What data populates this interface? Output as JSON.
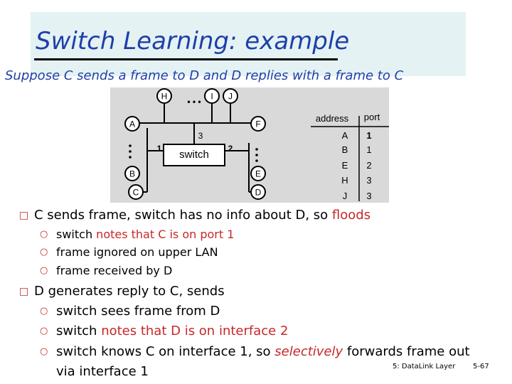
{
  "slide": {
    "title": "Switch Learning: example",
    "subtitle": "Suppose C sends a frame to D and D replies with a frame to C"
  },
  "diagram": {
    "nodes": [
      "H",
      "I",
      "J",
      "A",
      "F",
      "B",
      "E",
      "C",
      "D"
    ],
    "ellipsis": "• • •",
    "switch_label": "switch",
    "port_labels": {
      "p1": "1",
      "p2": "2",
      "p3": "3"
    }
  },
  "table": {
    "headers": [
      "address",
      "port"
    ],
    "rows": [
      [
        "A",
        "1"
      ],
      [
        "B",
        "1"
      ],
      [
        "E",
        "2"
      ],
      [
        "H",
        "3"
      ],
      [
        "J",
        "3"
      ]
    ]
  },
  "bullets": [
    {
      "parts": [
        "C sends frame, switch has no info about D, so ",
        "floods"
      ],
      "subs": [
        {
          "parts": [
            "switch ",
            "notes that C is on port 1"
          ]
        },
        {
          "parts": [
            "frame ignored on upper LAN"
          ]
        },
        {
          "parts": [
            "frame received by D"
          ]
        }
      ]
    },
    {
      "parts": [
        "D generates reply to C, sends"
      ],
      "subs": [
        {
          "parts": [
            "switch sees frame from D"
          ]
        },
        {
          "parts": [
            "switch ",
            "notes that D is on interface 2"
          ]
        },
        {
          "parts": [
            "switch knows C on interface 1, so ",
            "selectively",
            " forwards frame out"
          ]
        },
        {
          "parts": [
            "via interface 1"
          ]
        }
      ]
    }
  ],
  "footer": {
    "chapter": "5: DataLink Layer",
    "page": "5-67"
  }
}
